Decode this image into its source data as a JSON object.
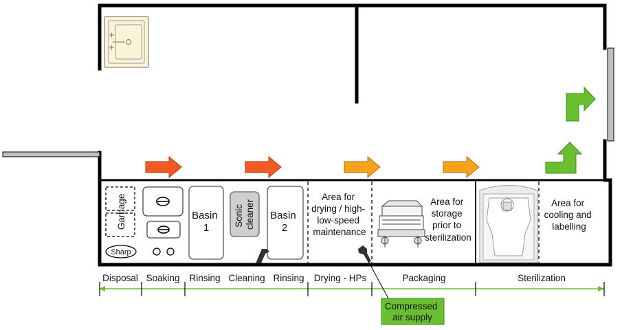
{
  "colors": {
    "wall": "#000000",
    "arrow_red": "#f05a23",
    "arrow_orange": "#f7a21b",
    "arrow_green": "#6abf30",
    "timeline": "#6abf30",
    "supply_box": "#6abf30",
    "sink": "#fbf3d5"
  },
  "icons": {
    "sink": "sink-icon",
    "ultrasonic_tank": "sonic-cleaner-icon",
    "air_gun": "air-gun-icon",
    "sealer": "packaging-machine-icon",
    "autoclave": "autoclave-icon"
  },
  "units": {
    "garbage": "Garbage",
    "sharp": "Sharp",
    "basin1": [
      "Basin",
      "1"
    ],
    "sonic": [
      "Sonic",
      "cleaner"
    ],
    "basin2": [
      "Basin",
      "2"
    ],
    "drying_area": [
      "Area for",
      "drying / high-",
      "low-speed",
      "maintenance"
    ],
    "storage_area": [
      "Area for",
      "storage",
      "prior to",
      "sterilization"
    ],
    "cooling_area": [
      "Area for",
      "cooling and",
      "labelling"
    ]
  },
  "timeline": [
    "Disposal",
    "Soaking",
    "Rinsing",
    "Cleaning",
    "Rinsing",
    "Drying - HPs",
    "Packaging",
    "Sterilization"
  ],
  "supply": [
    "Compressed",
    "air supply"
  ]
}
